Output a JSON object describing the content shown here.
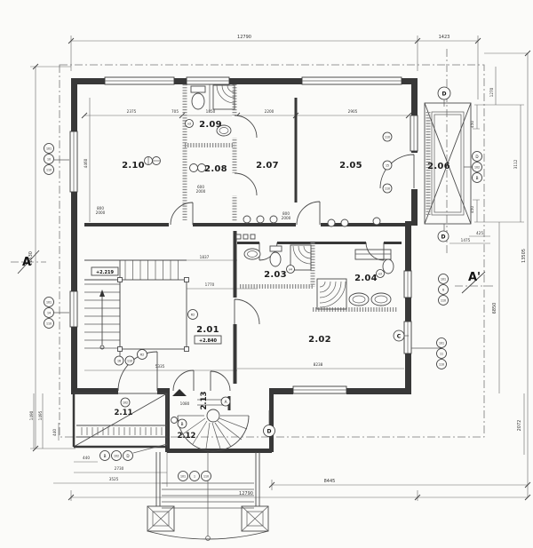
{
  "rooms": {
    "r201": "2.01",
    "r202": "2.02",
    "r203": "2.03",
    "r204": "2.04",
    "r205": "2.05",
    "r206": "2.06",
    "r207": "2.07",
    "r208": "2.08",
    "r209": "2.09",
    "r210": "2.10",
    "r211": "2.11",
    "r212": "2.12",
    "r213": "2.13"
  },
  "levels": {
    "hall": "+2.840",
    "landing": "+2.219"
  },
  "sections": {
    "a": "A",
    "a_prime": "A'"
  },
  "dims": {
    "top_main": "12790",
    "top_right": "1423",
    "left_total": "11630",
    "right_total": "13505",
    "right_top": "1270",
    "right_450a": "450",
    "terrace_height": "3112",
    "right_450b": "450",
    "right_mid": "6850",
    "right_low": "2072",
    "under_terrace_a": "425",
    "under_terrace_b": "1475",
    "bottom_right": "8445",
    "bottom_main": "12790",
    "t211_width": "2730",
    "t211_total": "3525",
    "t211_off": "440",
    "t211_side": "440",
    "t211_h1": "1490",
    "t211_h2": "1495",
    "row_2375": "2375",
    "row_705": "705",
    "row_1850": "1850",
    "row_2200": "2200",
    "row_2905": "2905",
    "room210_h": "4460",
    "hall_1770": "1770",
    "hall_1837": "1837",
    "hall_5335": "5335",
    "room202_w": "8238",
    "stair_1080": "1080"
  },
  "door_sizes": {
    "d1w": "800",
    "d1h": "2000",
    "d2w": "600",
    "d2h": "2000",
    "d3w": "800",
    "d3h": "2000"
  },
  "bubbles": {
    "left_upper": [
      "101",
      "10",
      "110"
    ],
    "left_mid": [
      "101",
      "14",
      "110"
    ],
    "right_section": [
      "101",
      "6",
      "110"
    ],
    "right_mid": [
      "101",
      "11",
      "110"
    ],
    "bottom_center": [
      "101",
      "1",
      "110"
    ],
    "bottom_left": [
      "B",
      "102",
      "D"
    ],
    "terrace_right": [
      "D",
      "102",
      "B"
    ],
    "win205": [
      "110",
      "15",
      "110"
    ],
    "stair": [
      "16",
      "110"
    ],
    "axis_d": "D",
    "axis_c": "C",
    "r2": "R2",
    "t211": "102",
    "porch_a": "A",
    "porch_b": "B",
    "vent_v3": "v3",
    "vent_v4": "v4"
  }
}
